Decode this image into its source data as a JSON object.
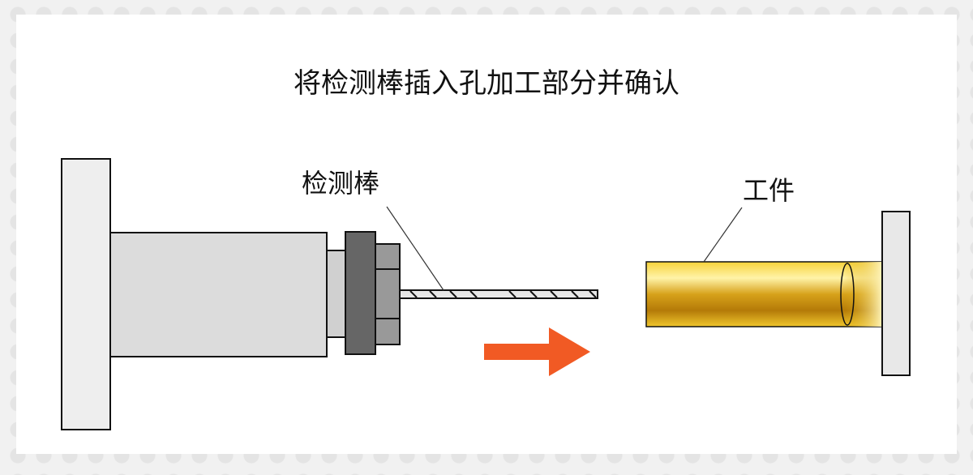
{
  "title": "将检测棒插入孔加工部分并确认",
  "labels": {
    "probe": "检测棒",
    "workpiece": "工件"
  },
  "colors": {
    "arrow": "#f15a24",
    "workpiece_gold": "#d9a400"
  }
}
